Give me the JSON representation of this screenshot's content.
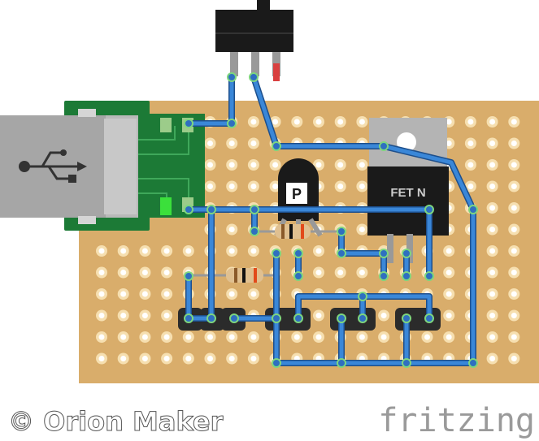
{
  "footer": {
    "copyright": "© Orion Maker",
    "brand": "fritzing"
  },
  "components": {
    "mosfet_label": "FET N",
    "transistor_marking": "P"
  },
  "colors": {
    "board": "#d9ad6b",
    "pad_hole": "#ffffff",
    "pad_ring": "#f6dfb0",
    "wire": "#3a87d8",
    "wire_outline": "#1d4f8c",
    "pcb_green": "#1c7a36",
    "usb_gray": "#aaaaaa",
    "part_black": "#1a1a1a",
    "copyright_text": "#ffffff",
    "brand_text": "#9a9a9a"
  },
  "icons": [
    "usb-icon"
  ]
}
